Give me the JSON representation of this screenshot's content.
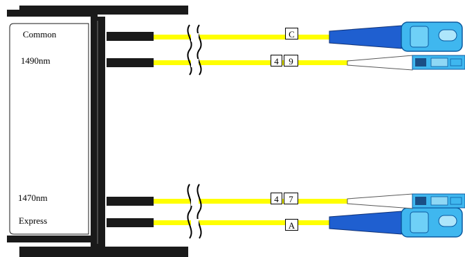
{
  "ports": {
    "common": "Common",
    "wl_1490": "1490nm",
    "wl_1470": "1470nm",
    "express": "Express"
  },
  "tags": {
    "c": "C",
    "t49_a": "4",
    "t49_b": "9",
    "t47_a": "4",
    "t47_b": "7",
    "a": "A"
  },
  "colors": {
    "fiber": "#ffff00",
    "sc_boot": "#1f5fd0",
    "sc_body": "#3fb7ef",
    "lc_body": "#3fb7ef",
    "housing": "#1a1a1a"
  }
}
